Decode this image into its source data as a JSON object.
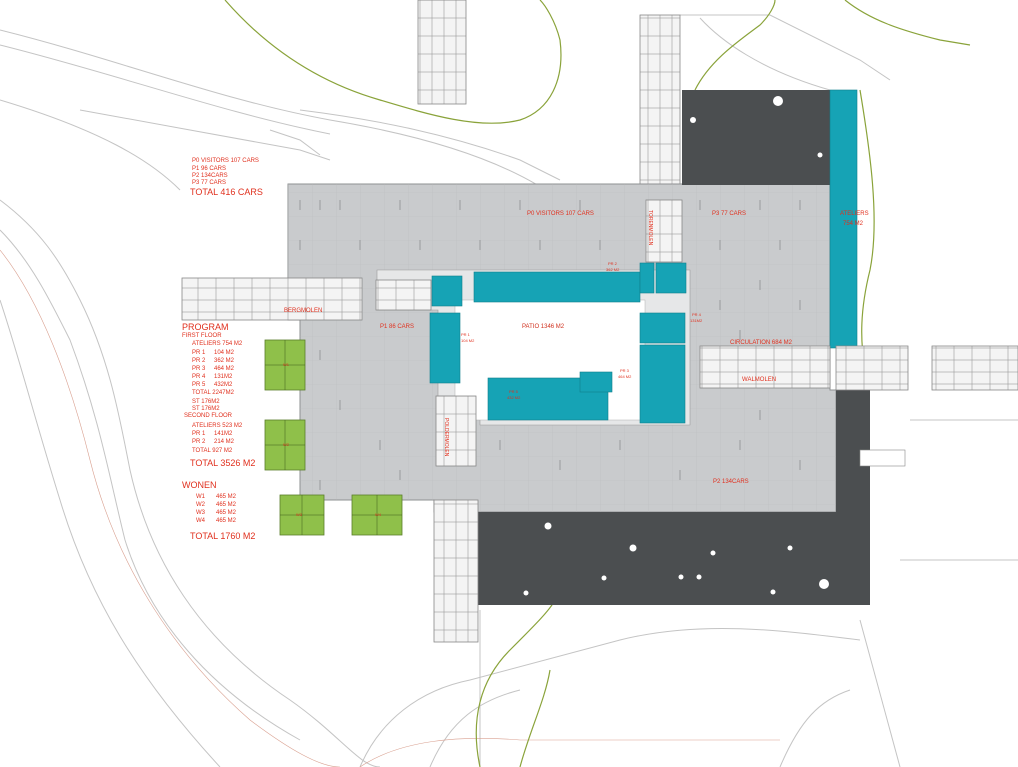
{
  "parking_summary": {
    "lines": [
      "P0 VISITORS 107 CARS",
      "P1  96 CARS",
      "P2  134CARS",
      "P3  77 CARS"
    ],
    "total": "TOTAL 416 CARS"
  },
  "program": {
    "heading": "PROGRAM",
    "first_floor": "FIRST FLOOR",
    "ateliers_1": "ATELIERS 754 M2",
    "rows_1": [
      {
        "k": "PR 1",
        "v": "104 M2"
      },
      {
        "k": "PR 2",
        "v": "362 M2"
      },
      {
        "k": "PR 3",
        "v": "464 M2"
      },
      {
        "k": "PR 4",
        "v": "131M2"
      },
      {
        "k": "PR 5",
        "v": "432M2"
      }
    ],
    "total_1": "TOTAL 2247M2",
    "st_a": "ST 176M2",
    "st_b": "ST 176M2",
    "second_floor": "SECOND FLOOR",
    "ateliers_2": "ATELIERS 523 M2",
    "rows_2": [
      {
        "k": "PR 1",
        "v": "141M2"
      },
      {
        "k": "PR 2",
        "v": "214 M2"
      }
    ],
    "total_2": "TOTAL 927 M2",
    "total": "TOTAL 3526 M2"
  },
  "wonen": {
    "heading": "WONEN",
    "rows": [
      {
        "k": "W1",
        "v": "465 M2"
      },
      {
        "k": "W2",
        "v": "465 M2"
      },
      {
        "k": "W3",
        "v": "465 M2"
      },
      {
        "k": "W4",
        "v": "465 M2"
      }
    ],
    "total": "TOTAL 1760 M2"
  },
  "plan_labels": {
    "p0": "P0 VISITORS 107 CARS",
    "p3": "P3  77 CARS",
    "p1": "P1  86 CARS",
    "p2": "P2  134CARS",
    "patio": "PATIO 1346 M2",
    "circulation": "CIRCULATION 684 M2",
    "walmolen": "WALMOLEN",
    "bergmolen": "BERGMOLEN",
    "torenmolen": "TORENMOLEN",
    "poldermolen": "POLDERMOLEN",
    "ateliers_east": "ATELIERS",
    "ateliers_east_area": "754 M2",
    "pr1": "PR 1",
    "pr1_area": "104 M2",
    "pr2": "PR 2",
    "pr2_area": "362 M2",
    "pr3": "PR 3",
    "pr3_area": "464 M2",
    "pr4": "PR 4",
    "pr4_area": "131M2",
    "pr5": "PR 5",
    "pr5_area": "432 M2",
    "w1": "W1",
    "w2": "W2",
    "w3": "W3",
    "w4": "W4"
  },
  "colors": {
    "label_red": "#e0301e",
    "parking_grey": "#c8cacc",
    "dark_building": "#4b4e50",
    "teal": "#16a3b5",
    "housing_green": "#8fc04a",
    "contour_green": "#7a9a2a",
    "road_line": "#bfbfbf"
  }
}
